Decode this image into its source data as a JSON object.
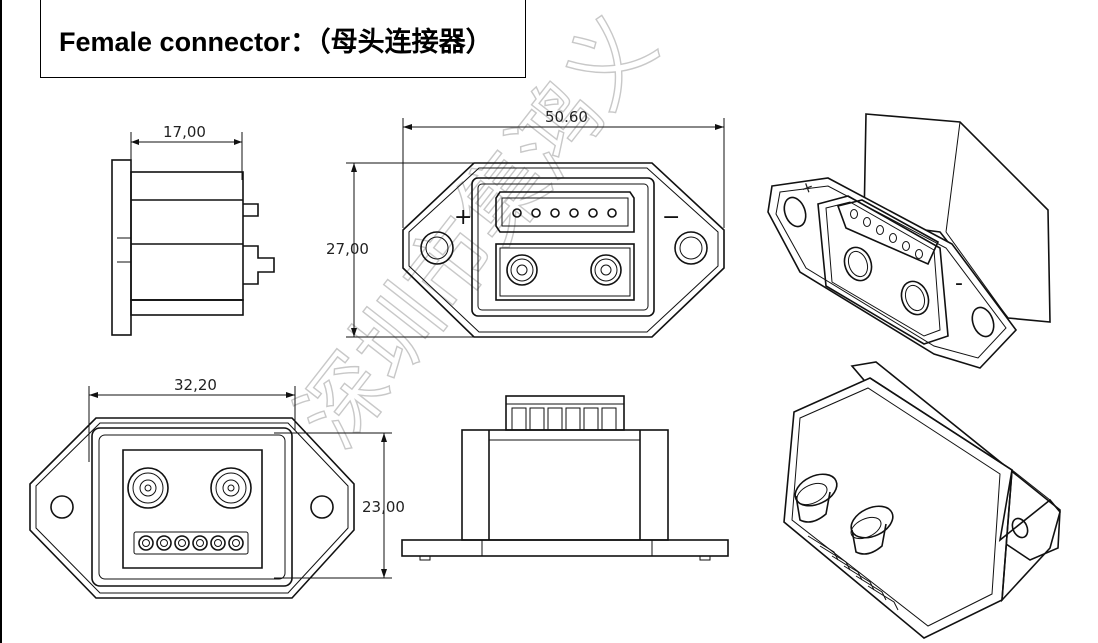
{
  "title": "Female connector：（母头连接器）",
  "watermark": "深圳市集鸿义",
  "dimensions": {
    "side_width": "17,00",
    "front_width": "50.60",
    "front_height": "27,00",
    "rear_width": "32,20",
    "rear_height": "23,00"
  },
  "symbols": {
    "plus": "+",
    "minus": "−",
    "iso_plus": "+",
    "iso_minus": "-"
  }
}
